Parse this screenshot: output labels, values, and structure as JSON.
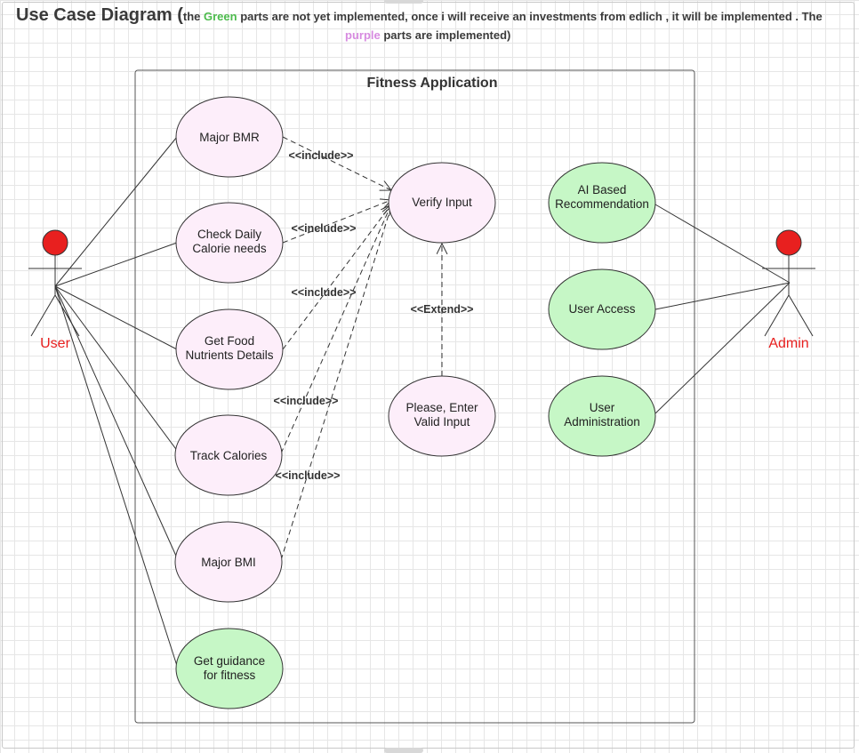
{
  "heading": {
    "title": "Use Case Diagram (",
    "note_part1": "the ",
    "green_word": "Green",
    "note_part2": " parts are not yet implemented, once i will receive an  investments from edlich , it will be implemented . The",
    "purple_word": "purple",
    "note_part3": " parts are implemented)"
  },
  "system": {
    "title": "Fitness Application"
  },
  "actors": [
    {
      "id": "user",
      "label": "User"
    },
    {
      "id": "admin",
      "label": "Admin"
    }
  ],
  "use_cases": {
    "major_bmr": [
      "Major BMR"
    ],
    "check_calorie": [
      "Check Daily",
      "Calorie needs"
    ],
    "food_nutrients": [
      "Get Food",
      "Nutrients Details"
    ],
    "track_calories": [
      "Track Calories"
    ],
    "major_bmi": [
      "Major BMI"
    ],
    "guidance": [
      "Get guidance",
      "for fitness"
    ],
    "verify_input": [
      "Verify Input"
    ],
    "valid_input": [
      "Please, Enter",
      "Valid Input"
    ],
    "ai_recommendation": [
      "AI Based",
      "Recommendation"
    ],
    "user_access": [
      "User Access"
    ],
    "user_admin": [
      "User",
      "Administration"
    ]
  },
  "relations": {
    "include": "<<include>>",
    "extend": "<<Extend>>"
  },
  "colors": {
    "implemented": "#fdeefa",
    "not_implemented": "#c6f7c6",
    "actor_head": "#e8201f"
  }
}
